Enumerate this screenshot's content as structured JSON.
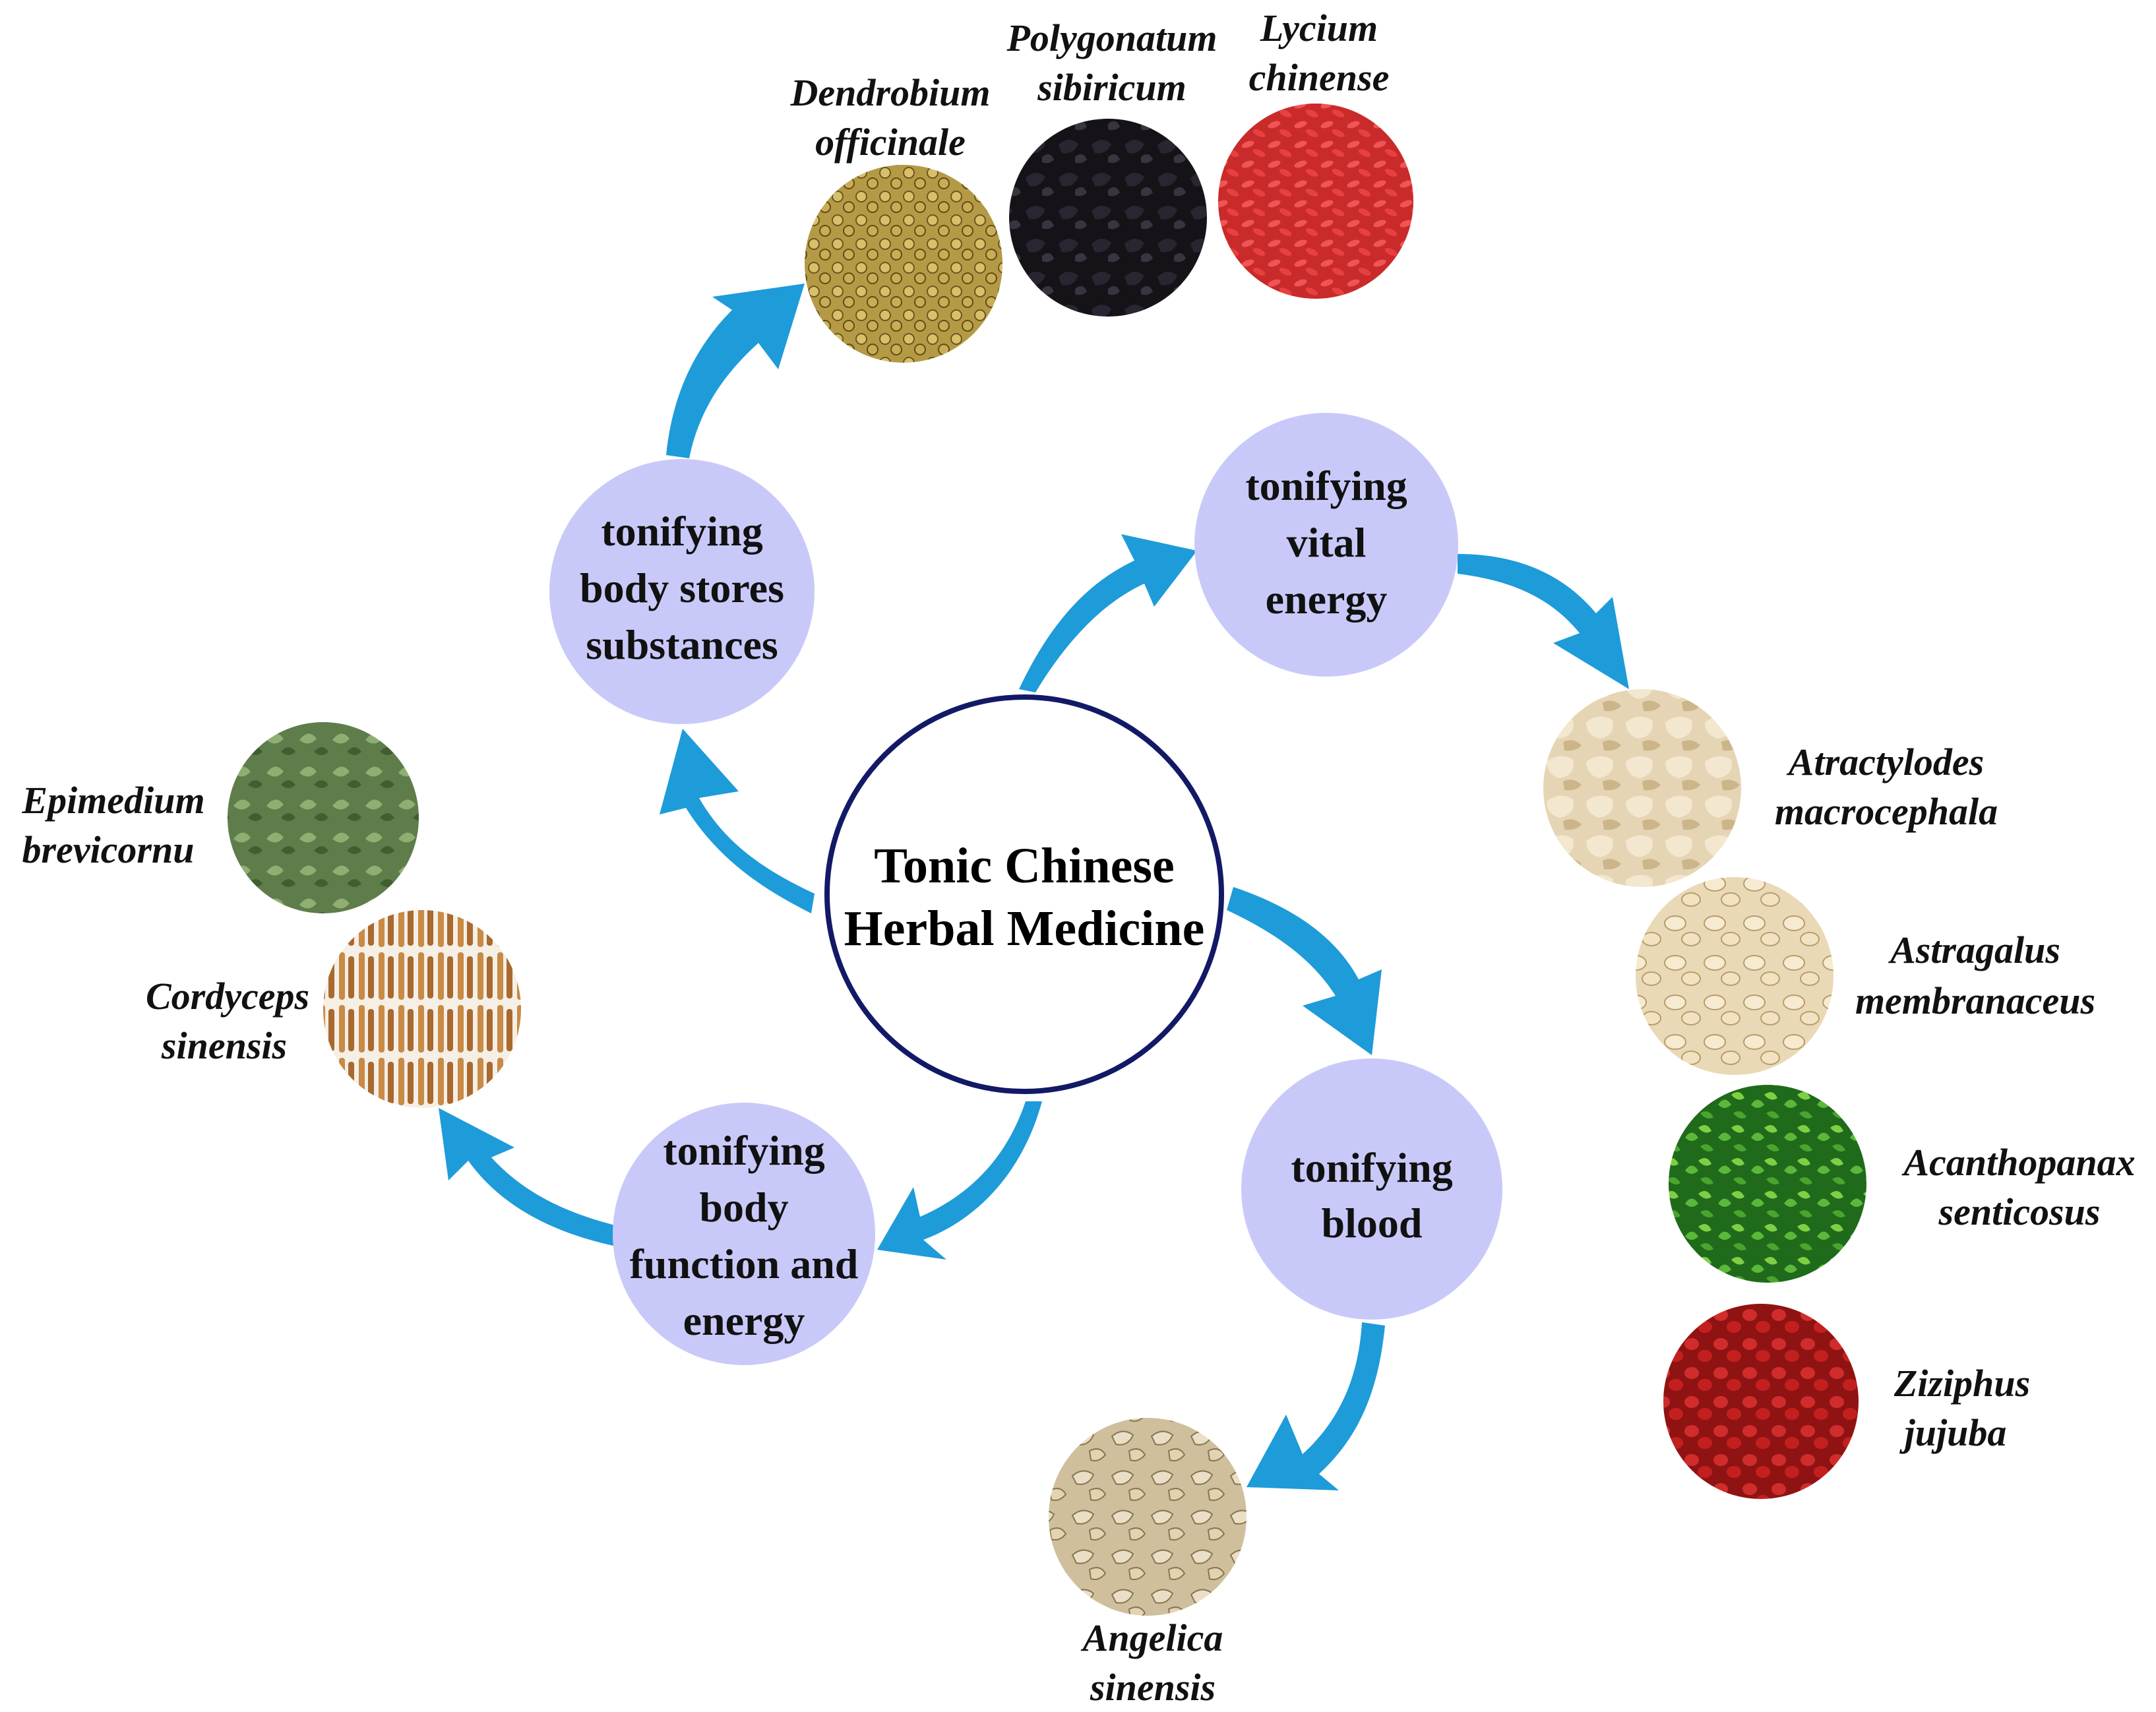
{
  "center": {
    "line1": "Tonic Chinese",
    "line2": "Herbal Medicine"
  },
  "categories": {
    "stores": [
      "tonifying",
      "body stores",
      "substances"
    ],
    "vital": [
      "tonifying",
      "vital",
      "energy"
    ],
    "blood": [
      "tonifying",
      "blood"
    ],
    "function": [
      "tonifying",
      "body",
      "function and",
      "energy"
    ]
  },
  "herbs": {
    "dendrobium": [
      "Dendrobium",
      "officinale"
    ],
    "polygonatum": [
      "Polygonatum",
      "sibiricum"
    ],
    "lycium": [
      "Lycium",
      "chinense"
    ],
    "atractylodes": [
      "Atractylodes",
      "macrocephala"
    ],
    "astragalus": [
      "Astragalus",
      "membranaceus"
    ],
    "acanthopanax": [
      "Acanthopanax",
      "senticosus"
    ],
    "ziziphus": [
      "Ziziphus",
      "jujuba"
    ],
    "angelica": [
      "Angelica",
      "sinensis"
    ],
    "epimedium": [
      "Epimedium",
      "brevicornu"
    ],
    "cordyceps": [
      "Cordyceps",
      "sinensis"
    ]
  },
  "colors": {
    "category_fill": "#c9c9f9",
    "arrow": "#1e9bd9",
    "center_ring": "#121966"
  }
}
